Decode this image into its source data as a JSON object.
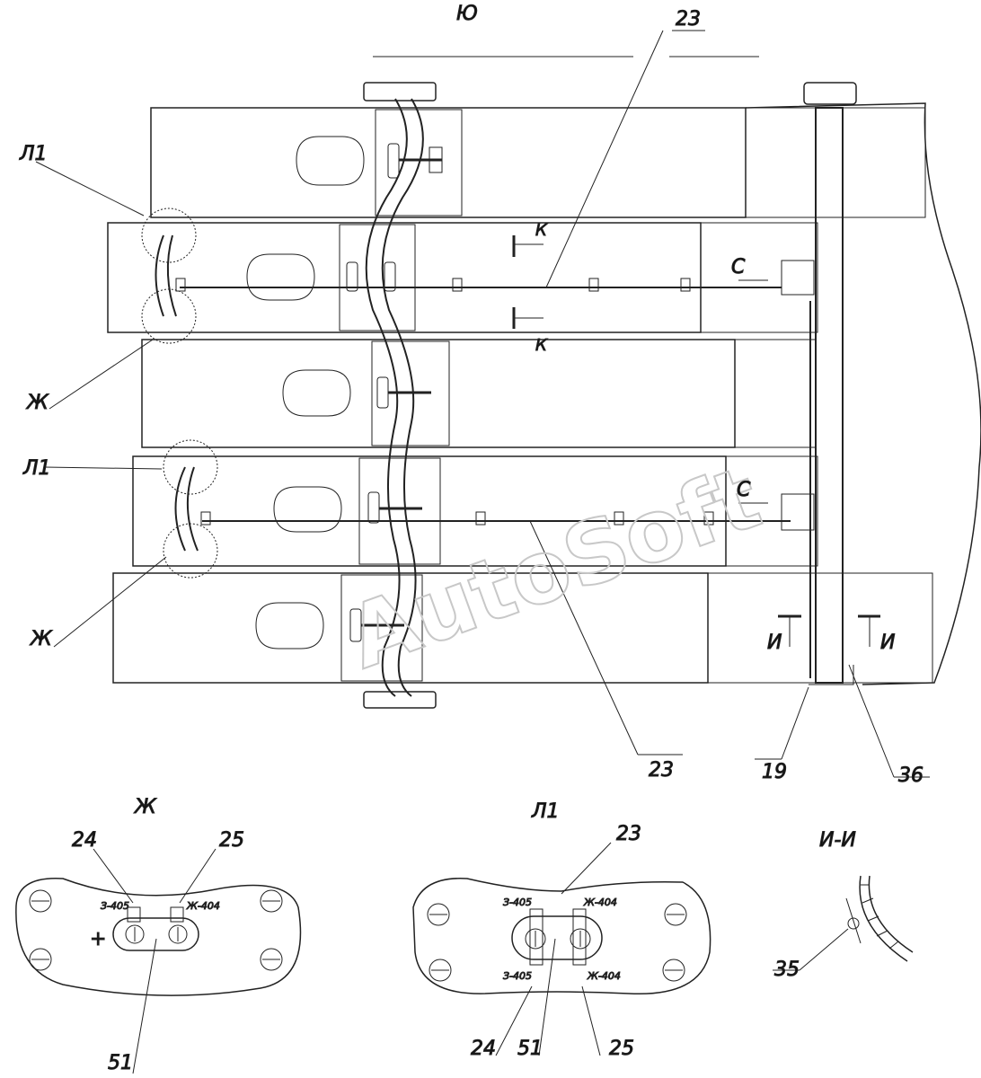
{
  "view_label": "Ю",
  "watermark": "AutoSoft",
  "callouts": {
    "n23_top": "23",
    "n23_bottom": "23",
    "n19": "19",
    "n36": "36",
    "l1_top": "Л1",
    "l1_mid": "Л1",
    "zh_top": "Ж",
    "zh_mid": "Ж",
    "k_upper": "К",
    "k_lower": "К",
    "c_upper": "С",
    "c_lower": "С",
    "i_left": "И",
    "i_right": "И"
  },
  "detail_zh": {
    "title": "Ж",
    "n24": "24",
    "n25": "25",
    "n51": "51",
    "wire_left": "З-405",
    "wire_right": "Ж-404",
    "plus": "+"
  },
  "detail_l1": {
    "title": "Л1",
    "n23": "23",
    "n24": "24",
    "n51": "51",
    "n25": "25",
    "wire_top_left": "З-405",
    "wire_top_right": "Ж-404",
    "wire_bot_left": "З-405",
    "wire_bot_right": "Ж-404"
  },
  "section_ii": {
    "title": "И-И",
    "n35": "35"
  }
}
